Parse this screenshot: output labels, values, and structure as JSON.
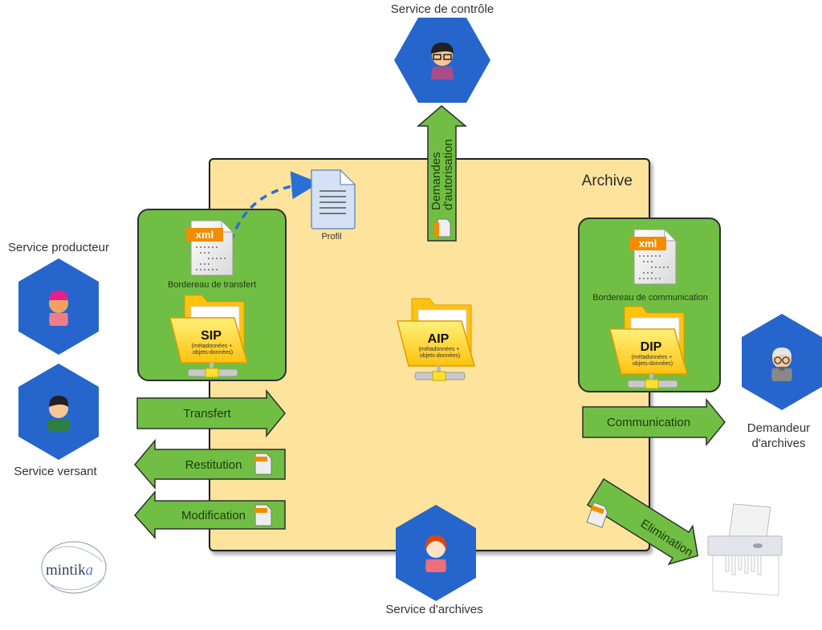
{
  "diagram": {
    "archive": {
      "title": "Archive"
    },
    "profile": {
      "label": "Profil"
    },
    "sip_panel": {
      "xml_badge": "xml",
      "document_label": "Bordereau de transfert",
      "package_name": "SIP",
      "package_sub_line1": "(métadonnées +",
      "package_sub_line2": "objets-données)"
    },
    "aip": {
      "package_name": "AIP",
      "package_sub_line1": "(métadonnées +",
      "package_sub_line2": "objets-données)"
    },
    "dip_panel": {
      "xml_badge": "xml",
      "document_label": "Bordereau de communication",
      "package_name": "DIP",
      "package_sub_line1": "(métadonnées +",
      "package_sub_line2": "objets-données)"
    },
    "flows": {
      "transfert": "Transfert",
      "restitution": "Restitution",
      "modification": "Modification",
      "communication": "Communication",
      "elimination": "Elimination",
      "demandes_line1": "Demandes",
      "demandes_line2": "d'autorisation"
    },
    "actors": {
      "controle": "Service de contrôle",
      "producteur": "Service producteur",
      "versant": "Service versant",
      "archives": "Service d'archives",
      "demandeur_line1": "Demandeur",
      "demandeur_line2": "d'archives"
    },
    "logo": {
      "text_main": "mintik",
      "text_accent": "a"
    },
    "colors": {
      "hexagon": "#2666cc",
      "arrow_green": "#70bf44",
      "archive_fill": "#fde39b",
      "folder_yellow": "#ffd21f",
      "xml_orange": "#f28c00",
      "dashed_blue": "#2a6fd6"
    }
  }
}
